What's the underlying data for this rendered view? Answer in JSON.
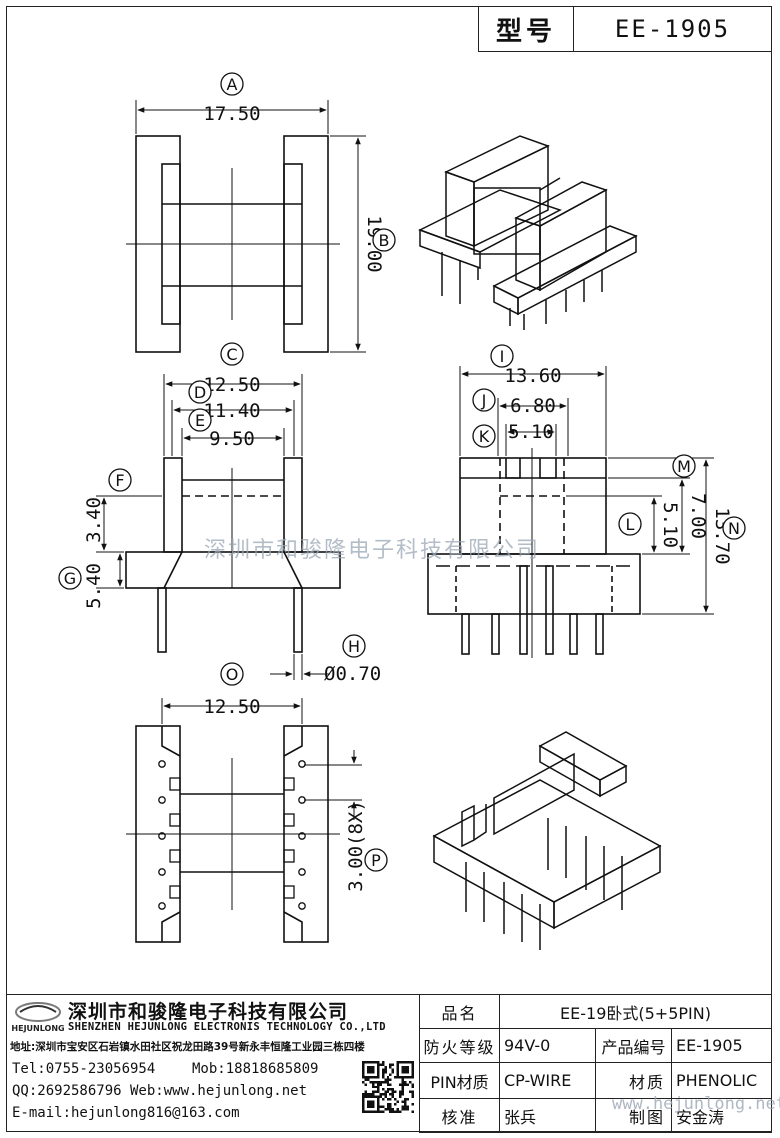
{
  "header": {
    "model_label": "型号",
    "model_value": "EE-1905"
  },
  "dimensions": {
    "A": "17.50",
    "B": "19.00",
    "C": "12.50",
    "D": "11.40",
    "E": "9.50",
    "F": "3.40",
    "G": "5.40",
    "H": "Ø0.70",
    "I": "13.60",
    "J": "6.80",
    "K": "5.10",
    "L": "5.10",
    "M": "7.00",
    "N": "13.70",
    "O": "12.50",
    "P": "3.00(8X)"
  },
  "markers": [
    "A",
    "B",
    "C",
    "D",
    "E",
    "F",
    "G",
    "H",
    "I",
    "J",
    "K",
    "L",
    "M",
    "N",
    "O",
    "P"
  ],
  "watermark": "深圳市和骏隆电子科技有限公司",
  "watermark_url": "www.hejunlong.net",
  "company": {
    "logo_text": "HEJUNLONG",
    "cn_name": "深圳市和骏隆电子科技有限公司",
    "en_name": "SHENZHEN HEJUNLONG ELECTRONIS TECHNOLOGY CO.,LTD",
    "address": "地址:深圳市宝安区石岩镇水田社区祝龙田路39号新永丰恒隆工业园三栋四楼",
    "tel": "Tel:0755-23056954",
    "mob": "Mob:18818685809",
    "qq_web": "QQ:2692586796 Web:www.hejunlong.net",
    "email": "E-mail:hejunlong816@163.com"
  },
  "title_block": {
    "name_label": "品名",
    "name_value": "EE-19卧式(5+5PIN)",
    "fire_label": "防火等级",
    "fire_value": "94V-0",
    "code_label": "产品编号",
    "code_value": "EE-1905",
    "pin_label": "PIN材质",
    "pin_value": "CP-WIRE",
    "material_label": "材质",
    "material_value": "PHENOLIC",
    "check_label": "核准",
    "check_value": "张兵",
    "draw_label": "制图",
    "draw_value": "安金涛"
  }
}
